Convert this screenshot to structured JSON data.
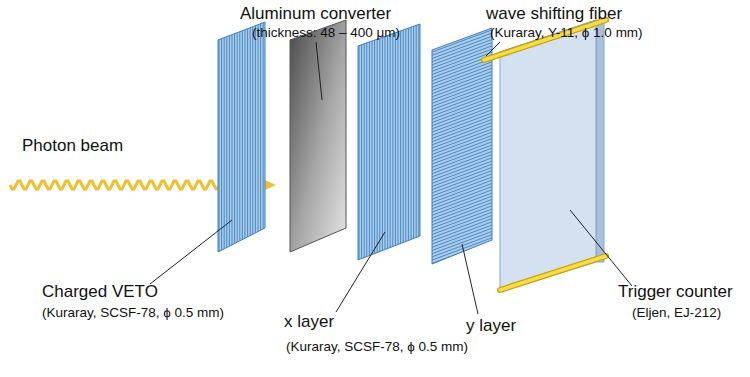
{
  "diagram": {
    "labels": [
      "Aluminum converter",
      "(thickness: 48 – 400 μm)",
      "wave shifting fiber",
      "(Kuraray, Y-11, ϕ 1.0 mm)",
      "Photon beam",
      "Charged VETO",
      "(Kuraray, SCSF-78, ϕ 0.5 mm)",
      "x layer",
      "y layer",
      "(Kuraray, SCSF-78, ϕ 0.5 mm)",
      "Trigger counter",
      "(Eljen, EJ-212)"
    ]
  }
}
